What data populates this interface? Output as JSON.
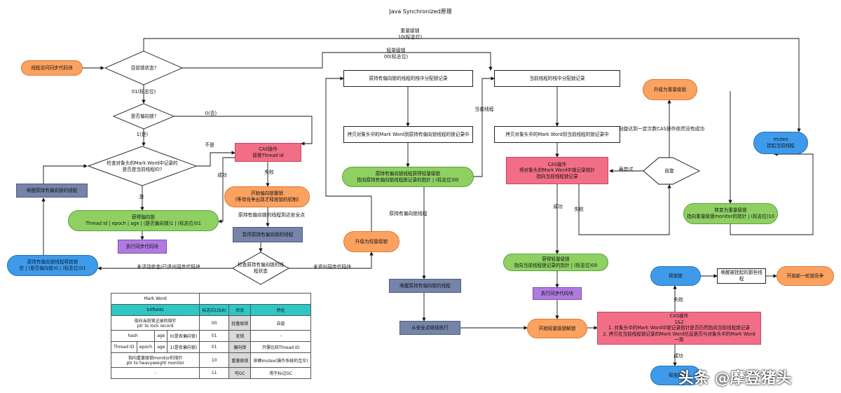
{
  "title": "Java Synchronized原理",
  "nodes": {
    "visit": "线程访问同步代码块",
    "lock_state_q": "目前锁状态?",
    "biased_q": "是否偏向锁?",
    "check_thread_q": "检查对象头的Mark Word中记录的\n是否是当前线程ID?",
    "cas_replace": "CAS操作\n替换Thread Id",
    "wake_biased": "唤醒原持有偏向锁的线程",
    "get_biased": "获得偏向锁\nThread Id | epoch | age | (是否偏向锁)1 | (标志位)01",
    "exec_sync_1": "执行同步代码块",
    "revoke_biased": "开始偏向锁撤销\n(等待竞争出现才释放锁的机制)",
    "pause_biased": "暂停原持有偏向锁的线程",
    "check_state_q": "检查原持有偏向锁的线\n程状态",
    "release_biased": "原持有偏向锁线程释放锁\n空 | (是否偏向锁)0 | (标志位)01",
    "upgrade_light": "升级为轻量级锁",
    "alloc_orig": "原持有偏向锁的线程的栈中分配锁记录",
    "copy_orig": "拷贝对象头中的Mark Word到原持有偏向锁线程的锁记录中",
    "orig_get_light": "原持有偏向锁线程获得轻量级锁\n指向原持有偏向锁线程锁记录的指针 | (标志位)00",
    "wake_orig": "唤醒原持有偏向锁的线程",
    "resume_safe": "从安全点继续执行",
    "alloc_cur": "当前线程的栈中分配锁记录",
    "copy_cur": "拷贝对象头中的Mark Word到当前线程的锁记录中",
    "cas_cur": "CAS操作\n将对象头的Mark Word中锁记录指针\n指向当前线程锁记录",
    "spin": "自旋",
    "upgrade_heavy": "升级为重量级锁",
    "to_heavy": "转变为重量级锁\n指向重量级锁monitor的指针 | (标志位)10",
    "mutex": "mutex\n挂起当前线程",
    "get_light": "获得轻量级锁\n指向当前线程锁记录的指针 | (标志位)00",
    "exec_sync_2": "执行同步代码块",
    "start_unlock": "开始轻量级锁解锁",
    "cas_unlock": "CAS操作\n1&2\n1. 对象头中的Mark Word中锁记录指针是否仍然指向当前线程锁记录\n2. 拷贝在当前线程锁记录的Mark Word信息是否与对象头中的Mark Word一致",
    "release_lock": "释放锁",
    "wake_suspended": "唤醒被挂起的那些线程",
    "new_compete": "开始新一轮锁竞争",
    "release_lock_2": "释放锁"
  },
  "labels": {
    "heavy_10": "重量级锁\n10(标志位)",
    "light_00": "轻量级锁\n00(标志位)",
    "flag_01": "01(标志位)",
    "no_0": "0(否)",
    "yes_1": "1(是)",
    "not_is": "不是",
    "is": "是",
    "success": "成功",
    "fail": "失败",
    "reach_safepoint": "原持有偏向锁的线程到达安全点",
    "inactive_exited": "未活动状态/已退出同步代码块",
    "not_exited": "未退出同步代码块",
    "orig_thread": "原持有偏向锁线程",
    "cur_thread": "当前线程",
    "retry": "再尝试",
    "success2": "成功",
    "fail2": "失败",
    "spin_note": "自旋达到一定次数CAS操作依然没有成功",
    "fail3": "失败",
    "success3": "成功"
  },
  "markword": {
    "caption": "Mark Word",
    "headers": [
      "bitfields",
      "标志位(2bit)",
      "状态",
      "特征"
    ],
    "rows": [
      {
        "bits": "指向当前锁记录的指针\nptr to lock record",
        "flag": "00",
        "state": "轻量级锁",
        "feature": "自旋"
      },
      {
        "bits": [
          "hash",
          "age",
          "0(是否偏向锁)"
        ],
        "flag": "01",
        "state": "无锁",
        "feature": "-"
      },
      {
        "bits": [
          "Thread ID",
          "epoch",
          "age",
          "1(是否偏向锁)"
        ],
        "flag": "01",
        "state": "偏向锁",
        "feature": "只需比较Thread ID"
      },
      {
        "bits": "指向重量级锁monitor的指针\nptr to heavyweight monitor",
        "flag": "10",
        "state": "重量级锁",
        "feature": "依赖mutex(操作系统的互斥)"
      },
      {
        "bits": "-",
        "flag": "11",
        "state": "可GC",
        "feature": "用于标记GC"
      }
    ]
  },
  "watermark": "头条 @摩登猪头",
  "colors": {
    "orange": "#fca261",
    "green": "#8ed162",
    "blue": "#3f9bea",
    "red": "#f26e87",
    "slate": "#7584a8",
    "purple": "#b07be0",
    "teal": "#2fc6c6"
  }
}
